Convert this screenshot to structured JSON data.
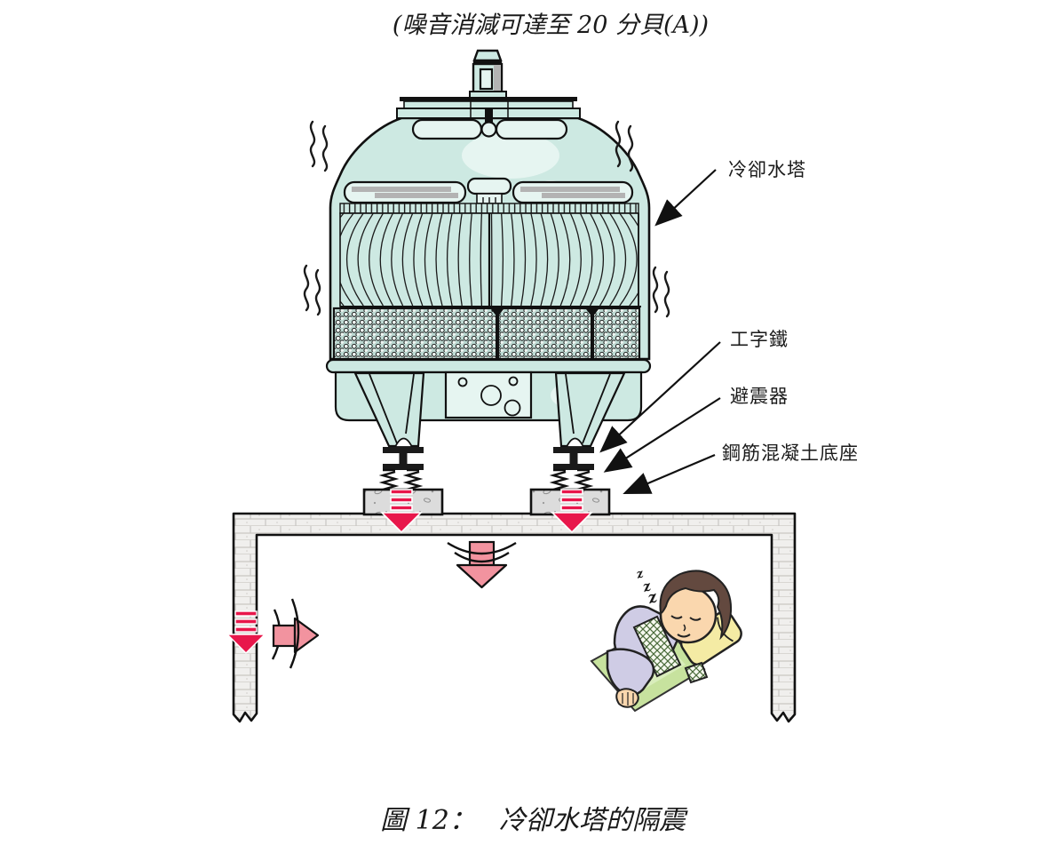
{
  "figure": {
    "top_note": "(噪音消減可達至 20 分貝(A))",
    "caption_prefix": "圖 12：",
    "caption_title": "冷卻水塔的隔震"
  },
  "callouts": {
    "cooling_tower": "冷卻水塔",
    "i_beam": "工字鐵",
    "isolator": "避震器",
    "concrete_base": "鋼筋混凝土底座"
  },
  "sleep": {
    "z": "z"
  },
  "colors": {
    "tower_body": "#cde9e2",
    "tower_light": "#e6f5f1",
    "louver_gray": "#b3b3b3",
    "mesh_bg": "#bcd9d2",
    "concrete": "#dcdcdc",
    "masonry": "#f0efed",
    "arrow_crimson": "#e8174b",
    "arrow_pink": "#f2939f",
    "mat_green": "#c7e29e",
    "pillow_yellow": "#f4eba4",
    "shirt_lavender": "#cfcce5",
    "skin": "#fad7ae",
    "hair_brown": "#63493f"
  }
}
